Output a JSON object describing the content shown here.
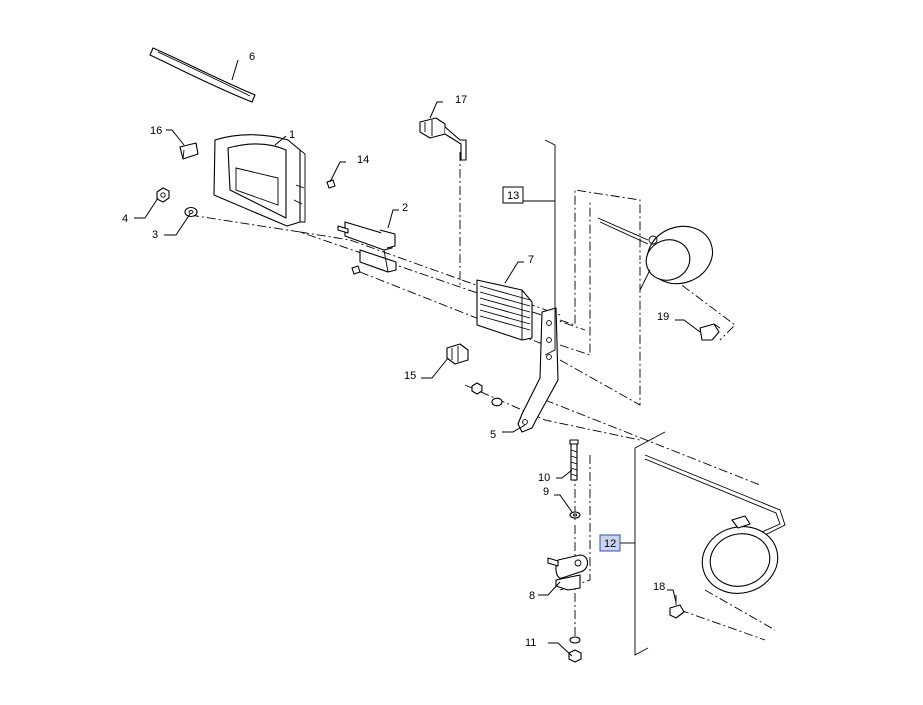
{
  "callouts": {
    "p1": "1",
    "p2": "2",
    "p3": "3",
    "p4": "4",
    "p5": "5",
    "p6": "6",
    "p7": "7",
    "p8": "8",
    "p9": "9",
    "p10": "10",
    "p11": "11",
    "p12": "12",
    "p13": "13",
    "p14": "14",
    "p15": "15",
    "p16": "16",
    "p17": "17",
    "p18": "18",
    "p19": "19"
  },
  "highlight_color": "#c9d3f2"
}
